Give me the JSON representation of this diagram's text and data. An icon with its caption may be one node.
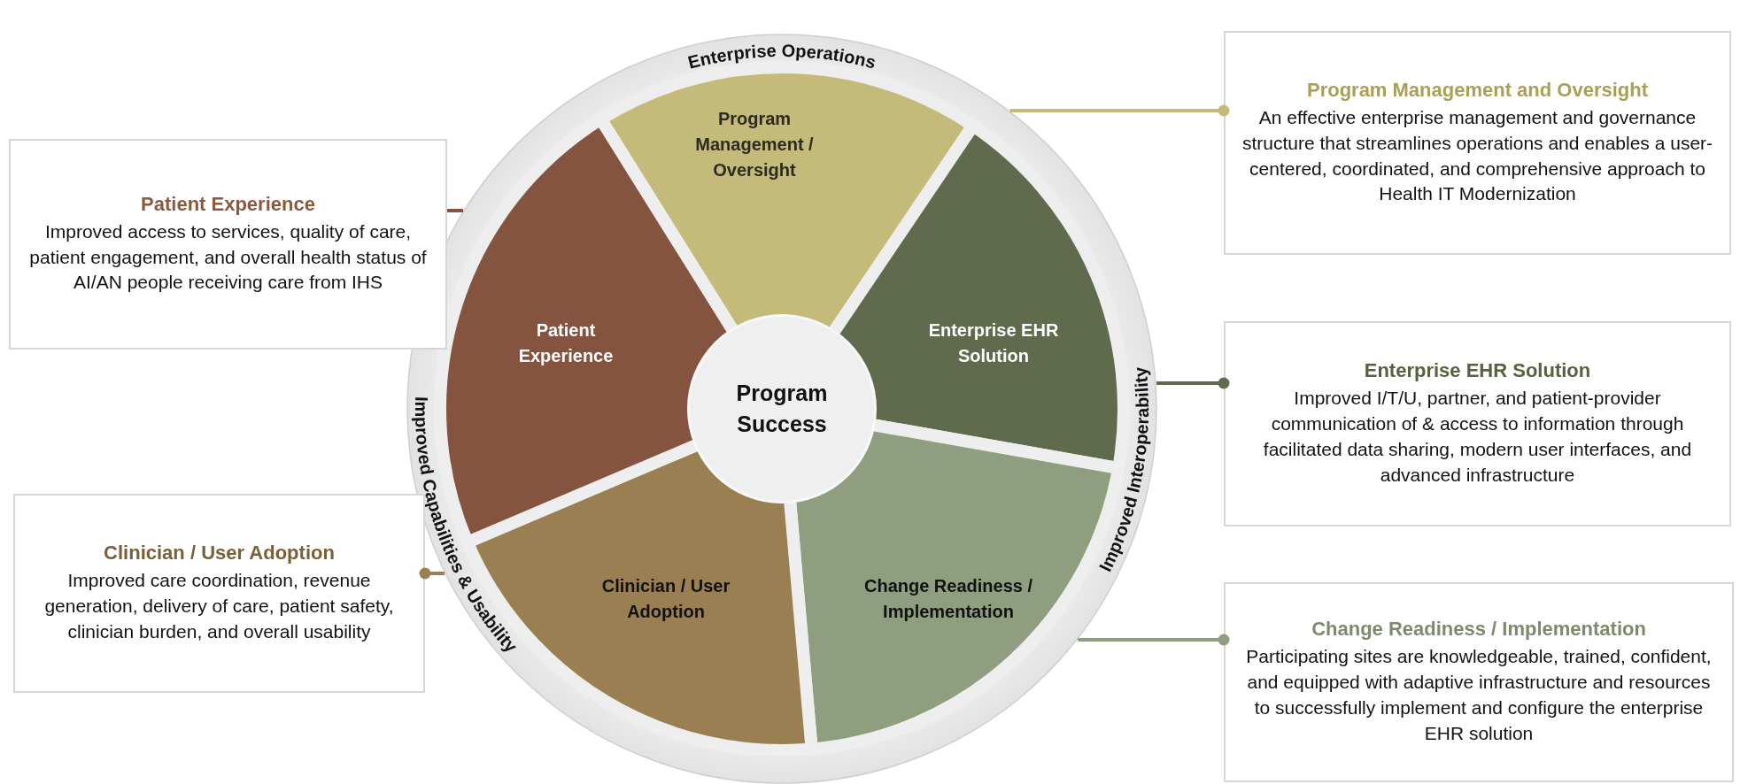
{
  "diagram": {
    "nodes": [
      {
        "text": [
          "Enterprise Operations",
          "Improved Capabilities & Usability",
          "Improved Interoperability"
        ]
      },
      {
        "text": [
          "Program Success"
        ],
        "in": 0
      },
      {
        "text": [
          "Program Management / Oversight"
        ],
        "in": 0
      },
      {
        "text": [
          "Enterprise EHR Solution"
        ],
        "in": 0
      },
      {
        "text": [
          "Change Readiness / Implementation"
        ],
        "in": 0
      },
      {
        "text": [
          "Clinician / User Adoption"
        ],
        "in": 0
      },
      {
        "text": [
          "Patient Experience"
        ],
        "in": 0
      },
      {
        "text": [
          "Patient Experience",
          "Improved access to services, quality of care, patient engagement, and overall health status of AI/AN people receiving care from IHS"
        ]
      },
      {
        "text": [
          "Program Management and Oversight",
          "An effective enterprise management and governance structure that streamlines operations and enables a user-centered, coordinated, and comprehensive approach to Health IT Modernization"
        ]
      },
      {
        "text": [
          "Enterprise EHR Solution",
          "Improved I/T/U, partner, and patient-provider communication of & access to information through facilitated data sharing, modern user interfaces, and advanced infrastructure"
        ]
      },
      {
        "text": [
          "Clinician / User Adoption",
          "Improved care coordination, revenue generation, delivery of care, patient safety, clinician burden, and overall usability"
        ]
      },
      {
        "text": [
          "Change Readiness / Implementation",
          "Participating sites are knowledgeable, trained, confident, and equipped with adaptive infrastructure and resources to successfully implement and configure the enterprise EHR solution"
        ]
      }
    ],
    "edges": [
      {
        "from": 7,
        "to": 0,
        "arrow": "none",
        "color": "#855440"
      },
      {
        "from": 8,
        "to": 0,
        "arrow": "other",
        "color": "#c4bb7b"
      },
      {
        "from": 9,
        "to": 0,
        "arrow": "other",
        "color": "#5f6b4c"
      },
      {
        "from": 10,
        "to": 0,
        "arrow": "other",
        "color": "#9a7f52"
      },
      {
        "from": 11,
        "to": 0,
        "arrow": "other",
        "color": "#8f9e7e"
      }
    ]
  }
}
